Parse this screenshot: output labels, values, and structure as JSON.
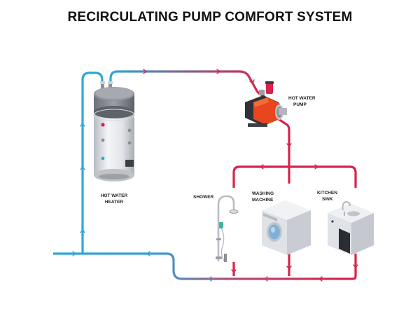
{
  "title": "RECIRCULATING PUMP COMFORT SYSTEM",
  "labels": {
    "heater": [
      "HOT WATER",
      "HEATER"
    ],
    "pump": [
      "HOT WATER",
      "PUMP"
    ],
    "shower": "SHOWER",
    "washer": [
      "WASHING",
      "MACHINE"
    ],
    "sink": [
      "KITCHEN",
      "SINK"
    ]
  },
  "colors": {
    "hot": "#d8234a",
    "cold": "#2fa7d6"
  }
}
